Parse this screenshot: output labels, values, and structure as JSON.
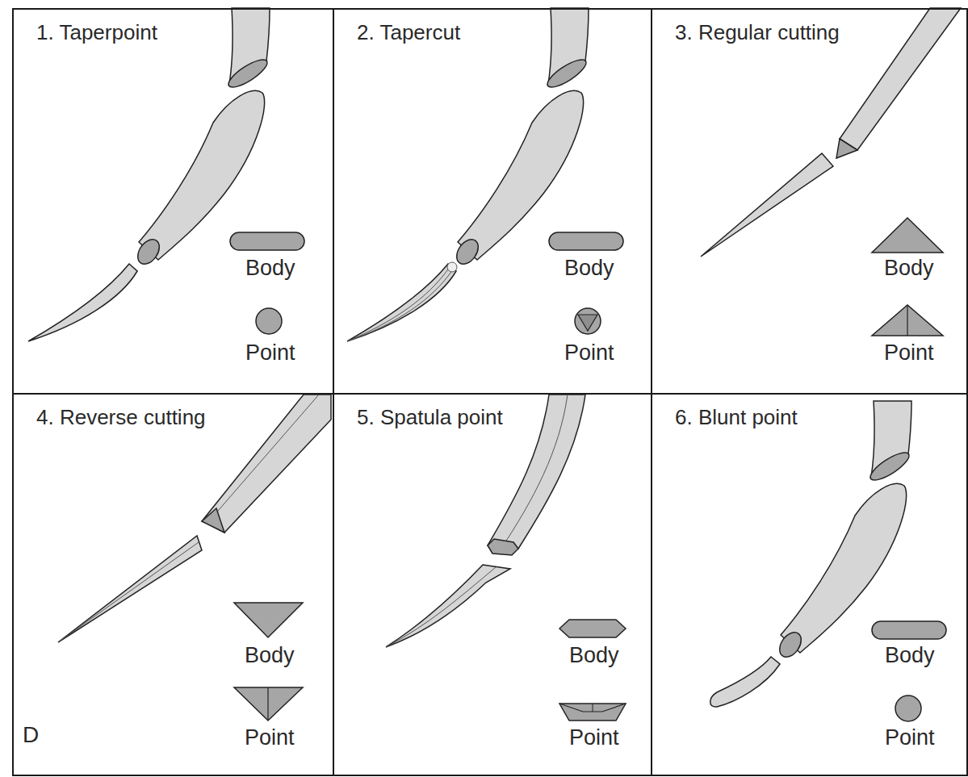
{
  "diagram": {
    "nodes": [
      {
        "text": [
          "1. Taperpoint",
          "Body",
          "Point"
        ]
      },
      {
        "text": [
          "2. Tapercut",
          "Body",
          "Point"
        ]
      },
      {
        "text": [
          "3. Regular cutting",
          "Body",
          "Point"
        ]
      },
      {
        "text": [
          "4. Reverse cutting",
          "Body",
          "Point"
        ]
      },
      {
        "text": [
          "5. Spatula point",
          "Body",
          "Point"
        ]
      },
      {
        "text": [
          "6. Blunt point",
          "Body",
          "Point"
        ]
      }
    ],
    "labels": [
      "D"
    ]
  }
}
